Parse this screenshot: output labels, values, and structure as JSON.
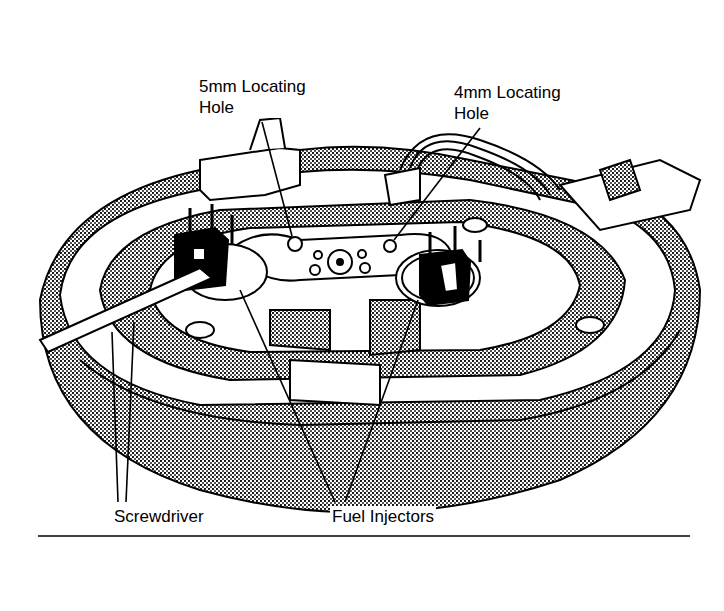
{
  "diagram": {
    "labels": [
      "5mm Locating Hole",
      "4mm Locating Hole",
      "Screwdriver",
      "Fuel Injectors"
    ]
  }
}
